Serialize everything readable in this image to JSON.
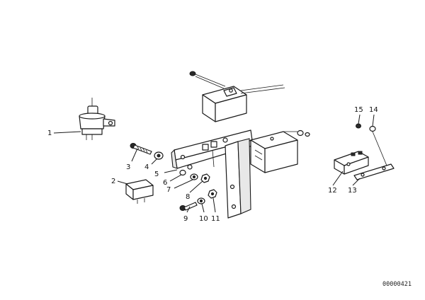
{
  "callouts": {
    "c1": "1",
    "c2": "2",
    "c3": "3",
    "c4": "4",
    "c5": "5",
    "c6": "6",
    "c7": "7",
    "c8": "8",
    "c9": "9",
    "c10": "10",
    "c11": "11",
    "c12": "12",
    "c13": "13",
    "c14": "14",
    "c15": "15"
  },
  "doc_number": "00000421"
}
